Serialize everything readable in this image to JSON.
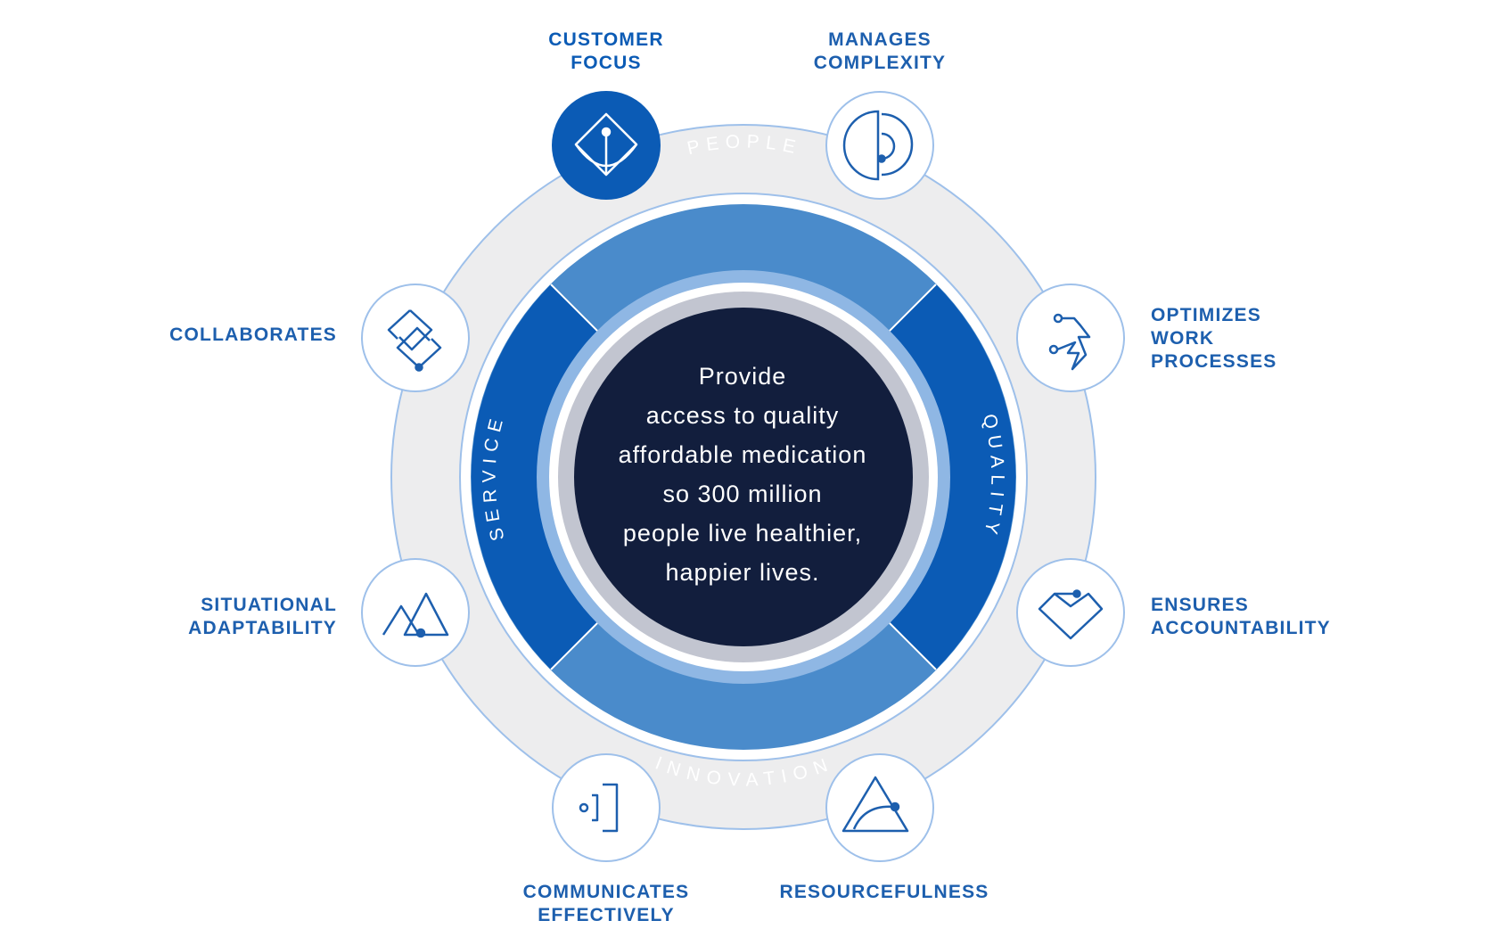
{
  "mission": {
    "lines": [
      "Provide",
      "access to quality",
      "affordable medication",
      "so 300 million",
      "people live healthier,",
      "happier lives."
    ]
  },
  "values": {
    "people": "PEOPLE",
    "quality": "QUALITY",
    "innovation": "INNOVATION",
    "service": "SERVICE"
  },
  "competencies": {
    "customer_focus": {
      "lines": [
        "CUSTOMER",
        "FOCUS"
      ],
      "icon": "diamond-pin-icon",
      "active": true
    },
    "manages_complexity": {
      "lines": [
        "MANAGES",
        "COMPLEXITY"
      ],
      "icon": "split-circle-icon"
    },
    "optimizes_work_processes": {
      "lines": [
        "OPTIMIZES",
        "WORK",
        "PROCESSES"
      ],
      "icon": "lightning-path-icon"
    },
    "ensures_accountability": {
      "lines": [
        "ENSURES",
        "ACCOUNTABILITY"
      ],
      "icon": "heart-diamond-icon"
    },
    "resourcefulness": {
      "lines": [
        "RESOURCEFULNESS"
      ],
      "icon": "triangle-arc-icon"
    },
    "communicates_effectively": {
      "lines": [
        "COMMUNICATES",
        "EFFECTIVELY"
      ],
      "icon": "signal-bracket-icon"
    },
    "situational_adaptability": {
      "lines": [
        "SITUATIONAL",
        "ADAPTABILITY"
      ],
      "icon": "mountains-icon"
    },
    "collaborates": {
      "lines": [
        "COLLABORATES"
      ],
      "icon": "linked-diamonds-icon"
    }
  },
  "colors": {
    "navy": "#121e3d",
    "deep_blue": "#0b5bb5",
    "mid_blue": "#4a8bcb",
    "light_blue": "#8fb7e4",
    "outline_blue": "#9ec0ea",
    "gray_ring": "#ededee",
    "silver_ring": "#c2c5d0",
    "icon_stroke": "#1d5fae"
  }
}
